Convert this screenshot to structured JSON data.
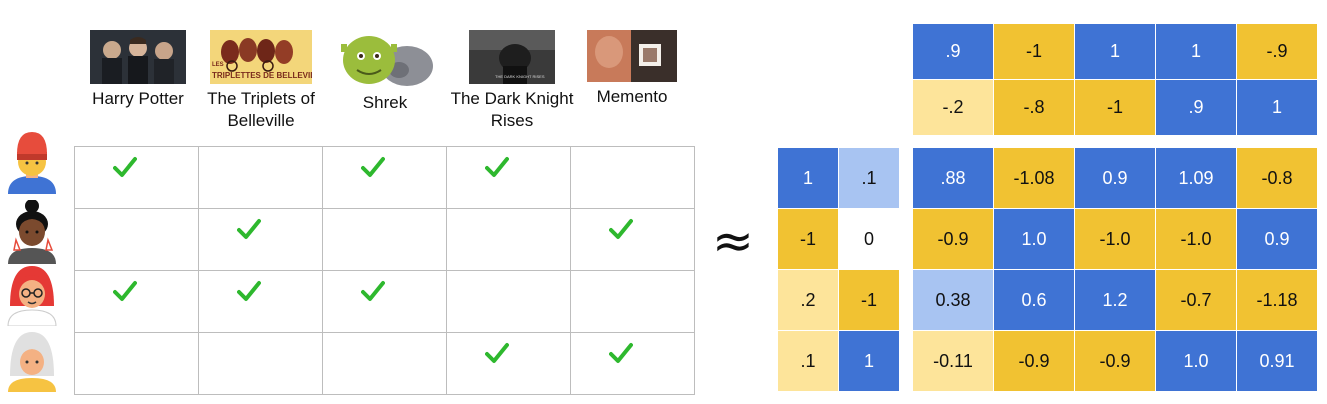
{
  "movies": [
    {
      "title": "Harry Potter",
      "icon": "harry-potter-poster-icon"
    },
    {
      "title": "The Triplets of Belleville",
      "icon": "triplets-poster-icon"
    },
    {
      "title": "Shrek",
      "icon": "shrek-poster-icon"
    },
    {
      "title": "The Dark Knight Rises",
      "icon": "dark-knight-poster-icon"
    },
    {
      "title": "Memento",
      "icon": "memento-poster-icon"
    }
  ],
  "poster_text": {
    "triplets_top": "LES",
    "triplets_main": "TRIPLETTES DE BELLEVILLE",
    "dark_knight": "THE DARK KNIGHT RISES"
  },
  "users": [
    {
      "icon": "user-red-beanie-avatar-icon"
    },
    {
      "icon": "user-black-bun-avatar-icon"
    },
    {
      "icon": "user-red-hair-glasses-avatar-icon"
    },
    {
      "icon": "user-gray-hair-avatar-icon"
    }
  ],
  "ratings": [
    [
      true,
      false,
      true,
      true,
      false
    ],
    [
      false,
      true,
      false,
      false,
      true
    ],
    [
      true,
      true,
      true,
      false,
      false
    ],
    [
      false,
      false,
      false,
      true,
      true
    ]
  ],
  "approx_symbol": "≈",
  "user_embeddings": {
    "values": [
      [
        "1",
        ".1"
      ],
      [
        "-1",
        "0"
      ],
      [
        ".2",
        "-1"
      ],
      [
        ".1",
        "1"
      ]
    ],
    "colors": [
      [
        "blue",
        "lightblue"
      ],
      [
        "yellow",
        "white"
      ],
      [
        "cream",
        "yellow"
      ],
      [
        "cream",
        "blue"
      ]
    ]
  },
  "item_embeddings": {
    "values": [
      [
        ".9",
        "-1",
        "1",
        "1",
        "-.9"
      ],
      [
        "-.2",
        "-.8",
        "-1",
        ".9",
        "1"
      ]
    ],
    "colors": [
      [
        "blue",
        "yellow",
        "blue",
        "blue",
        "yellow"
      ],
      [
        "cream",
        "yellow",
        "yellow",
        "blue",
        "blue"
      ]
    ]
  },
  "predictions": {
    "values": [
      [
        ".88",
        "-1.08",
        "0.9",
        "1.09",
        "-0.8"
      ],
      [
        "-0.9",
        "1.0",
        "-1.0",
        "-1.0",
        "0.9"
      ],
      [
        "0.38",
        "0.6",
        "1.2",
        "-0.7",
        "-1.18"
      ],
      [
        "-0.11",
        "-0.9",
        "-0.9",
        "1.0",
        "0.91"
      ]
    ],
    "colors": [
      [
        "blue",
        "yellow",
        "blue",
        "blue",
        "yellow"
      ],
      [
        "yellow",
        "blue",
        "yellow",
        "yellow",
        "blue"
      ],
      [
        "lightblue",
        "blue",
        "blue",
        "yellow",
        "yellow"
      ],
      [
        "cream",
        "yellow",
        "yellow",
        "blue",
        "blue"
      ]
    ]
  },
  "palette": {
    "blue": "#3f73d4",
    "yellow": "#f1c232",
    "light_blue": "#a8c4f2",
    "cream": "#fde49a",
    "check": "#2eb82e"
  }
}
